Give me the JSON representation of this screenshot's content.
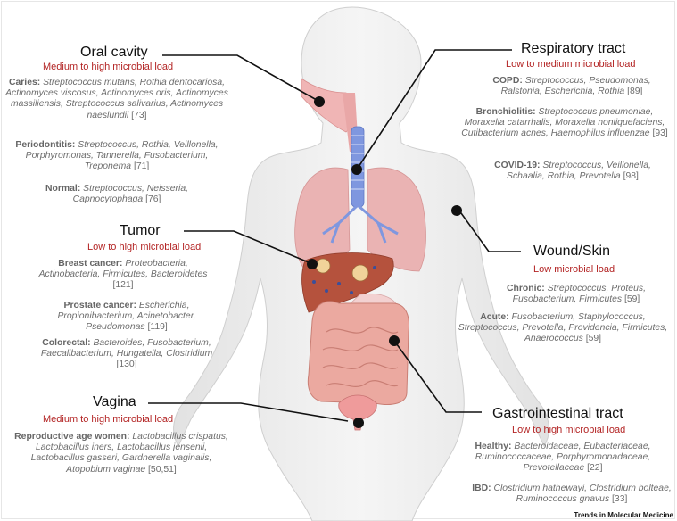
{
  "colors": {
    "title": "#111111",
    "load": "#b32424",
    "text": "#6d6d6d",
    "leader": "#111111",
    "body": "#eeeeee",
    "organ_pink": "#e8a0a0",
    "liver": "#b5523d",
    "trachea": "#6e86d6"
  },
  "sections": {
    "oral": {
      "title": "Oral cavity",
      "load": "Medium to high microbial load",
      "entries": [
        {
          "label": "Caries:",
          "text": "Streptococcus mutans, Rothia dentocariosa, Actinomyces viscosus, Actinomyces oris, Actinomyces massiliensis, Streptococcus salivarius, Actinomyces naeslundii",
          "ref": "[73]"
        },
        {
          "label": "Periodontitis:",
          "text": "Streptococcus, Rothia, Veillonella, Porphyromonas, Tannerella, Fusobacterium, Treponema",
          "ref": "[71]"
        },
        {
          "label": "Normal:",
          "text": "Streptococcus, Neisseria, Capnocytophaga",
          "ref": "[76]"
        }
      ]
    },
    "respiratory": {
      "title": "Respiratory tract",
      "load": "Low to medium microbial load",
      "entries": [
        {
          "label": "COPD:",
          "text": "Streptococcus, Pseudomonas, Ralstonia, Escherichia, Rothia",
          "ref": "[89]"
        },
        {
          "label": "Bronchiolitis:",
          "text": "Streptococcus pneumoniae, Moraxella catarrhalis, Moraxella nonliquefaciens, Cutibacterium acnes, Haemophilus influenzae",
          "ref": "[93]"
        },
        {
          "label": "COVID-19:",
          "text": "Streptococcus, Veillonella, Schaalia, Rothia, Prevotella",
          "ref": "[98]"
        }
      ]
    },
    "tumor": {
      "title": "Tumor",
      "load": "Low to high microbial load",
      "entries": [
        {
          "label": "Breast cancer:",
          "text": "Proteobacteria, Actinobacteria, Firmicutes, Bacteroidetes",
          "ref": "[121]"
        },
        {
          "label": "Prostate cancer:",
          "text": "Escherichia, Propionibacterium, Acinetobacter, Pseudomonas",
          "ref": "[119]"
        },
        {
          "label": "Colorectal:",
          "text": "Bacteroides, Fusobacterium, Faecalibacterium, Hungatella, Clostridium",
          "ref": "[130]"
        }
      ]
    },
    "wound": {
      "title": "Wound/Skin",
      "load": "Low microbial load",
      "entries": [
        {
          "label": "Chronic:",
          "text": "Streptococcus, Proteus, Fusobacterium, Firmicutes",
          "ref": "[59]"
        },
        {
          "label": "Acute:",
          "text": "Fusobacterium, Staphylococcus, Streptococcus, Prevotella, Providencia, Firmicutes, Anaerococcus",
          "ref": "[59]"
        }
      ]
    },
    "vagina": {
      "title": "Vagina",
      "load": "Medium to high microbial load",
      "entries": [
        {
          "label": "Reproductive age women:",
          "text": "Lactobacillus crispatus, Lactobacillus iners, Lactobacillus jensenii, Lactobacillus gasseri, Gardnerella vaginalis, Atopobium vaginae",
          "ref": "[50,51]"
        }
      ]
    },
    "gi": {
      "title": "Gastrointestinal tract",
      "load": "Low to high microbial load",
      "entries": [
        {
          "label": "Healthy:",
          "text": "Bacteroidaceae, Eubacteriaceae, Ruminococcaceae, Porphyromonadaceae, Prevotellaceae",
          "ref": "[22]"
        },
        {
          "label": "IBD:",
          "text": "Clostridium hathewayi, Clostridium bolteae, Ruminococcus gnavus",
          "ref": "[33]"
        }
      ]
    }
  },
  "credit": "Trends in Molecular Medicine"
}
